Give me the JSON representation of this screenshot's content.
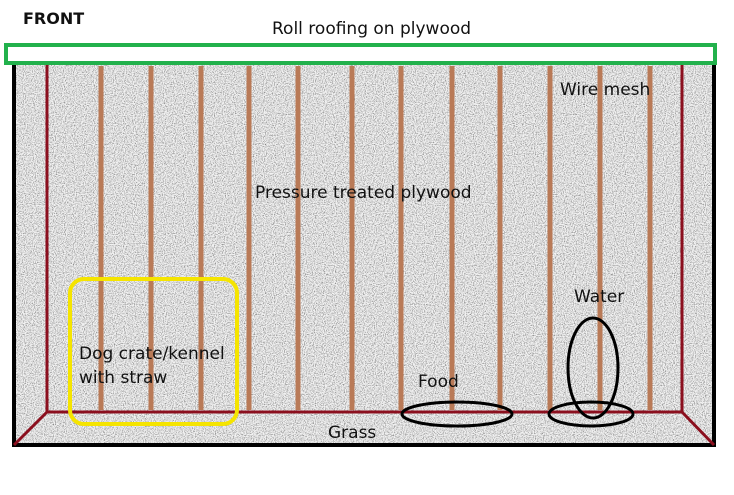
{
  "labels": {
    "front": "FRONT",
    "roof": "Roll roofing on plywood",
    "mesh": "Wire mesh",
    "walls": "Pressure treated plywood",
    "crate_line1": "Dog crate/kennel",
    "crate_line2": "with straw",
    "water": "Water",
    "food": "Food",
    "floor": "Grass"
  },
  "colors": {
    "roof": "#22b14c",
    "frame": "#8b0f1e",
    "posts": "#b97a57",
    "crate": "#f5e400",
    "dishes": "#000000"
  }
}
